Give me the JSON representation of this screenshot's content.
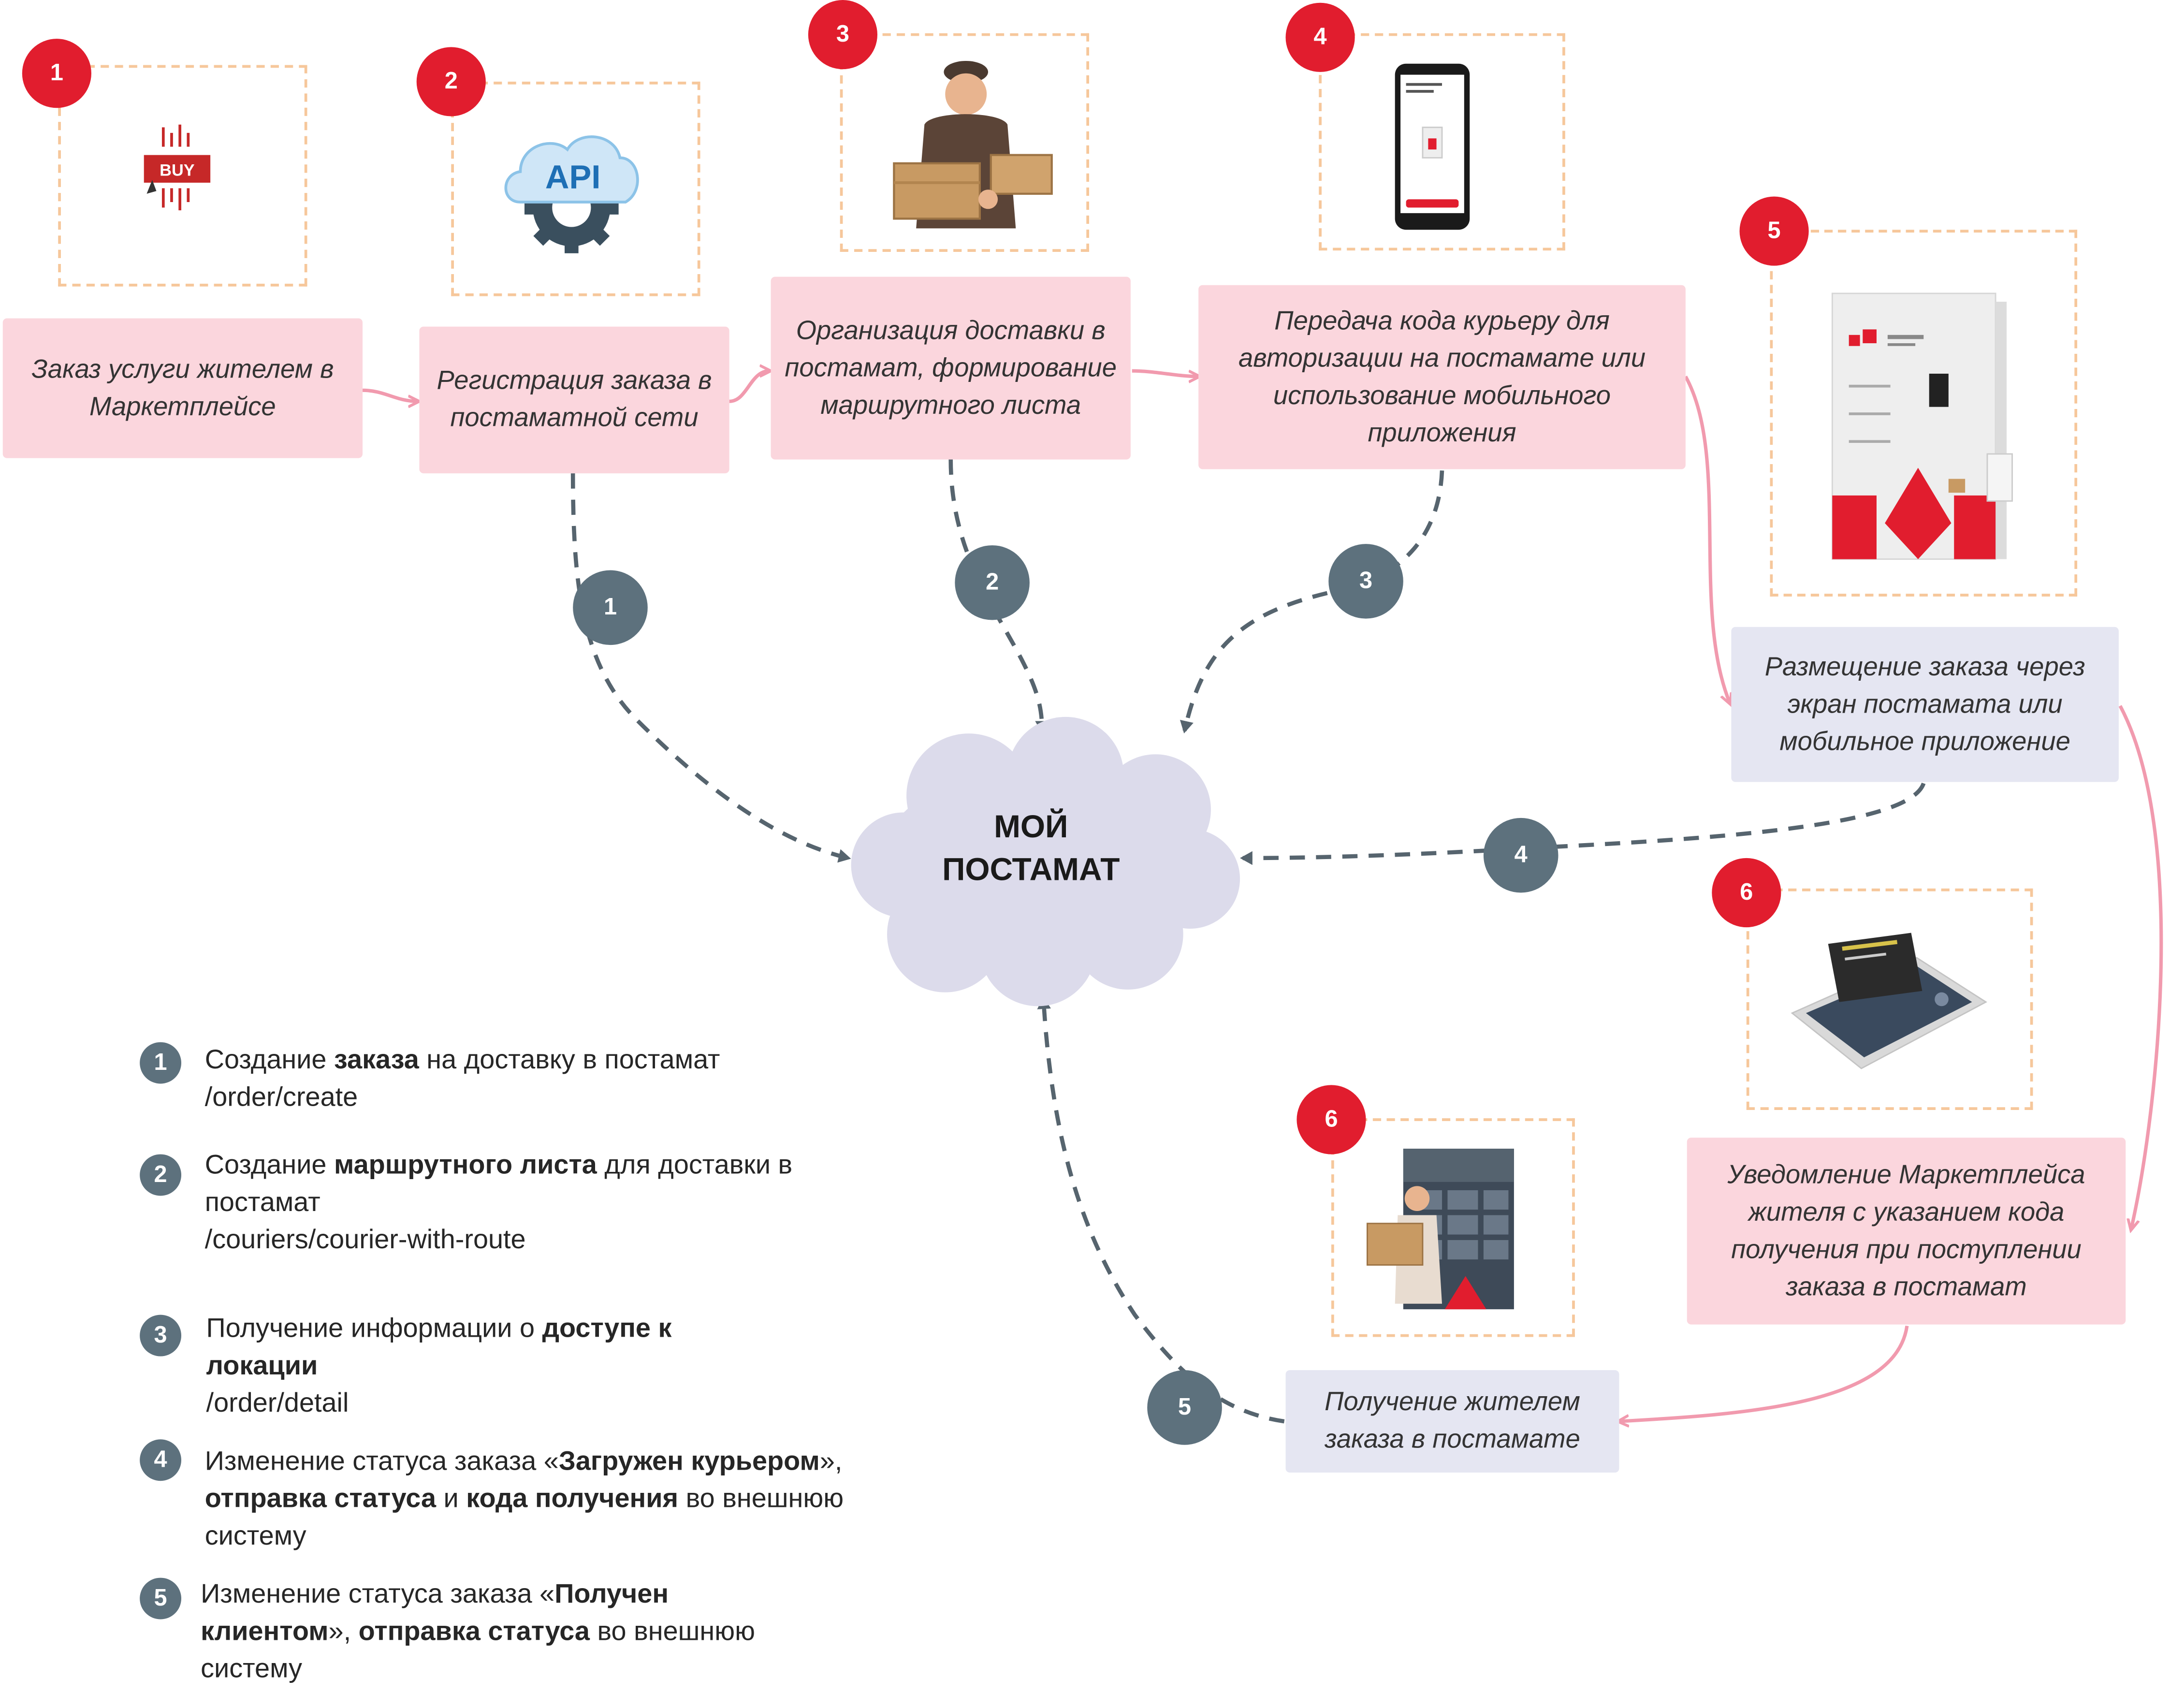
{
  "cloud": {
    "line1": "МОЙ",
    "line2": "ПОСТАМАТ"
  },
  "steps": {
    "s1": {
      "badge": "1",
      "text": "Заказ услуги жителем в Маркетплейсе",
      "icon_label": "BUY"
    },
    "s2": {
      "badge": "2",
      "text": "Регистрация заказа в постаматной сети",
      "icon_label": "API"
    },
    "s3": {
      "badge": "3",
      "text": "Организация доставки в постамат, формирование маршрутного листа"
    },
    "s4": {
      "badge": "4",
      "text": "Передача кода курьеру для авторизации на постамате или использование мобильного приложения"
    },
    "s5": {
      "badge": "5",
      "text": "Размещение заказа через экран постамата или мобильное приложение"
    },
    "s6": {
      "badge": "6",
      "text": "Уведомление Маркетплейса жителя с указанием кода получения при поступлении заказа в постамат"
    },
    "s7": {
      "badge": "6",
      "text": "Получение жителем заказа в постамате"
    }
  },
  "flow_badges": [
    "1",
    "2",
    "3",
    "4",
    "5"
  ],
  "legend": [
    {
      "num": "1",
      "pre": "Создание ",
      "b1": "заказа",
      "post": " на доставку в постамат",
      "path": "/order/create"
    },
    {
      "num": "2",
      "pre": "Создание ",
      "b1": "маршрутного листа",
      "post": " для доставки в",
      "line2": "постамат",
      "path": "/couriers/courier-with-route"
    },
    {
      "num": "3",
      "pre": "Получение информации о ",
      "b1": "доступе к",
      "b2": "локации",
      "path": "/order/detail"
    },
    {
      "num": "4",
      "pre": "Изменение статуса заказа «",
      "b1": "Загружен курьером",
      "post": "»,",
      "b2": "отправка статуса",
      "mid": " и ",
      "b3": "кода получения",
      "post2": " во внешнюю",
      "line3": "систему"
    },
    {
      "num": "5",
      "pre": "Изменение статуса заказа «",
      "b1": "Получен",
      "b2": "клиентом",
      "mid": "», ",
      "b3": "отправка статуса",
      "post2": " во внешнюю",
      "line3": "систему"
    }
  ],
  "colors": {
    "pink_box": "#fbd6dd",
    "lavender_box": "#e5e6f2",
    "red_badge": "#e11d2e",
    "gray_badge": "#5d717d",
    "dashed_arrow": "#56646e",
    "pink_arrow": "#f19aae",
    "frame": "#f6c79b"
  },
  "icons": [
    "buy-button-icon",
    "api-cloud-gear-icon",
    "courier-with-boxes-icon",
    "smartphone-app-icon",
    "parcel-locker-icon",
    "phone-notification-icon",
    "courier-at-locker-icon"
  ]
}
